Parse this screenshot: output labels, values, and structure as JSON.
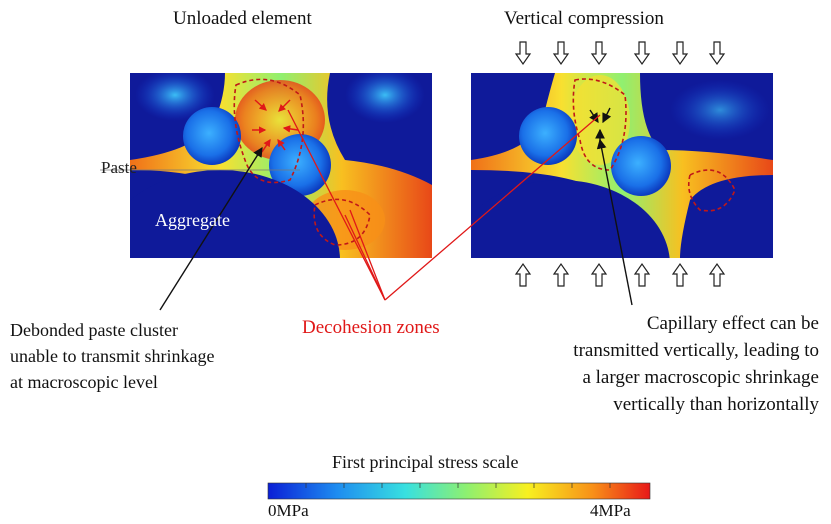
{
  "panels": {
    "left_title": "Unloaded element",
    "right_title": "Vertical compression"
  },
  "labels": {
    "paste": "Paste",
    "aggregate": "Aggregate"
  },
  "callouts": {
    "debonded": "Debonded paste cluster\nunable to transmit shrinkage\nat macroscopic level",
    "decohesion": "Decohesion zones",
    "capillary": "Capillary effect can be\ntransmitted vertically, leading to\na larger macroscopic shrinkage\nvertically than horizontally"
  },
  "colorbar": {
    "title": "First principal stress scale",
    "min_label": "0MPa",
    "max_label": "4MPa",
    "min_value": 0,
    "max_value": 4,
    "unit": "MPa",
    "gradient_colors": [
      "#0a1fd6",
      "#1e8cf0",
      "#38e0e0",
      "#8ef070",
      "#f8f020",
      "#f89018",
      "#e81818"
    ]
  },
  "colors": {
    "field_blue": "#0f1a9a",
    "arrow_red": "#e01818",
    "dashed_red": "#c01818"
  },
  "icons": {
    "compression_arrow": "hollow-arrow-icon"
  }
}
